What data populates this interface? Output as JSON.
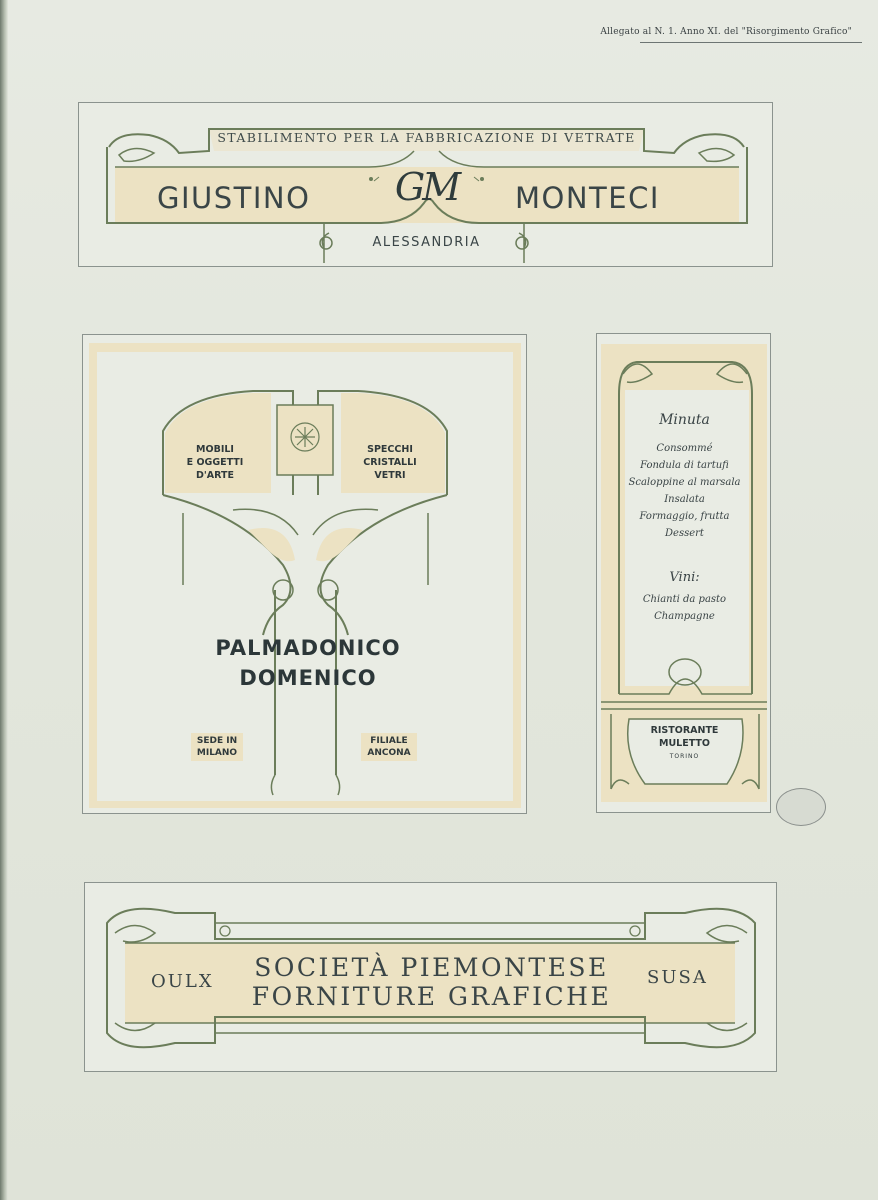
{
  "header": {
    "note": "Allegato al N. 1. Anno XI. del \"Risorgimento Grafico\""
  },
  "panel1": {
    "top_line": "STABILIMENTO PER LA FABBRICAZIONE DI VETRATE",
    "monogram": "GM",
    "name_left": "GIUSTINO",
    "name_right": "MONTECI",
    "city": "ALESSANDRIA"
  },
  "panel2": {
    "left_tag": [
      "MOBILI",
      "E OGGETTI",
      "D'ARTE"
    ],
    "right_tag": [
      "SPECCHI",
      "CRISTALLI",
      "VETRI"
    ],
    "title_line1": "PALMADONICO",
    "title_line2": "DOMENICO",
    "seat": [
      "SEDE IN",
      "MILANO"
    ],
    "branch": [
      "FILIALE",
      "ANCONA"
    ]
  },
  "panel3": {
    "menu_title": "Minuta",
    "dishes": [
      "Consommé",
      "Fondula di tartufi",
      "Scaloppine al marsala",
      "Insalata",
      "Formaggio, frutta",
      "Dessert"
    ],
    "wines_title": "Vini:",
    "wines": [
      "Chianti da pasto",
      "Champagne"
    ],
    "restaurant": [
      "RISTORANTE",
      "MULETTO"
    ],
    "city": "TORINO"
  },
  "panel4": {
    "left": "OULX",
    "right": "SUSA",
    "line1": "SOCIETÀ PIEMONTESE",
    "line2": "FORNITURE GRAFICHE"
  },
  "colors": {
    "paper": "#e4e7df",
    "cream": "#ece2c3",
    "ink_green": "#6b7d5a",
    "text": "#2d3a3c"
  }
}
